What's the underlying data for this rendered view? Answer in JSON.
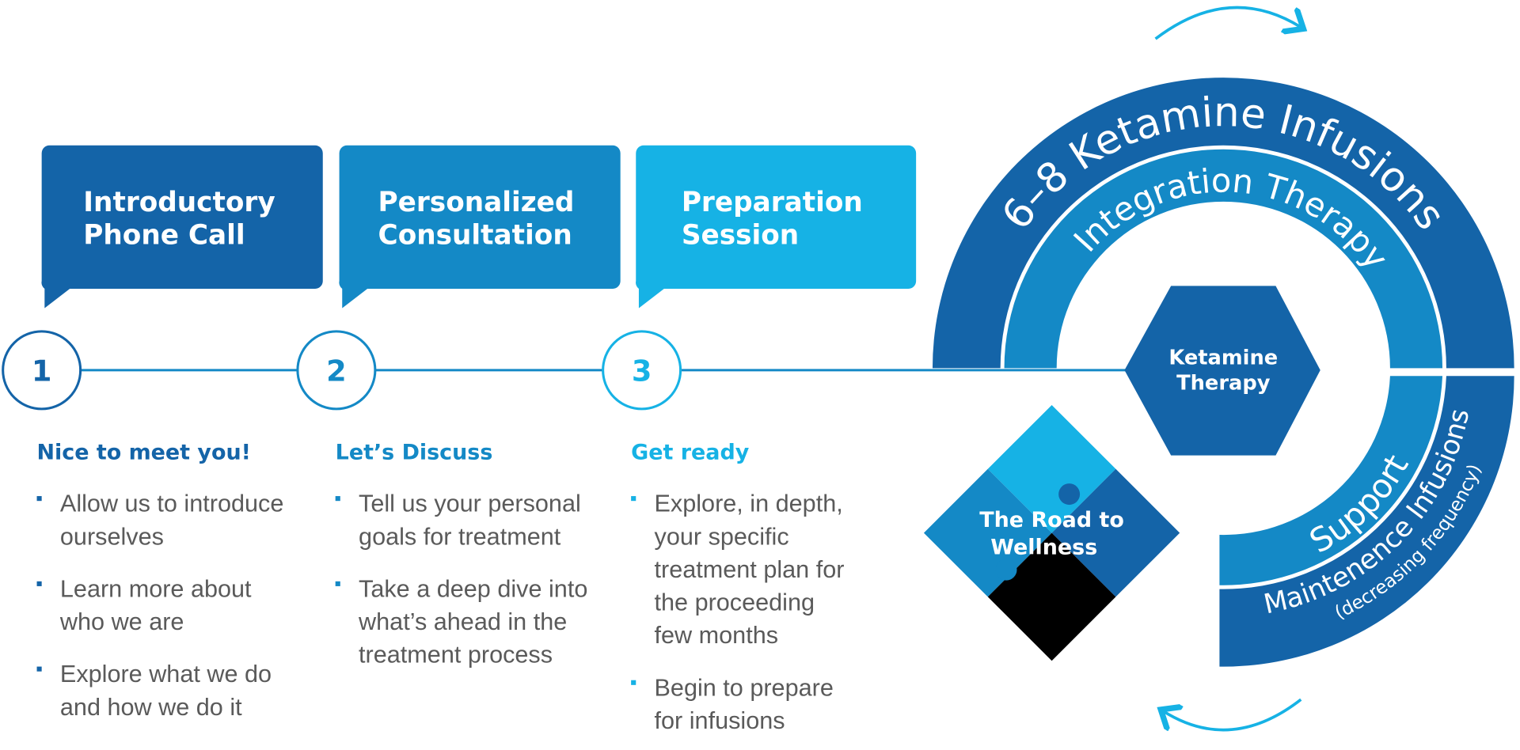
{
  "colors": {
    "dark": "#1464a8",
    "mid": "#1489c6",
    "light": "#16b2e5",
    "text": "#5a5a5a"
  },
  "steps": [
    {
      "number": "1",
      "title": [
        "Introductory",
        "Phone Call"
      ],
      "heading": "Nice to meet you!",
      "bullets": [
        [
          "Allow us to introduce",
          "ourselves"
        ],
        [
          "Learn more about",
          "who we are"
        ],
        [
          "Explore what we do",
          "and how we do it"
        ]
      ]
    },
    {
      "number": "2",
      "title": [
        "Personalized",
        "Consultation"
      ],
      "heading": "Let’s Discuss",
      "bullets": [
        [
          "Tell us your personal",
          "goals for treatment"
        ],
        [
          "Take a deep dive into",
          "what’s ahead in the",
          "treatment process"
        ]
      ]
    },
    {
      "number": "3",
      "title": [
        "Preparation",
        "Session"
      ],
      "heading": "Get ready",
      "bullets": [
        [
          "Explore, in depth,",
          "your specific",
          "treatment plan for",
          "the proceeding",
          "few months"
        ],
        [
          "Begin to prepare",
          "for infusions"
        ]
      ]
    }
  ],
  "cycle": {
    "outer": "6–8 Ketamine Infusions",
    "inner": "Integration Therapy",
    "support": "Support",
    "maintenance": "Maintenence Infusions",
    "maintenance_note": "(decreasing frequency)",
    "center": [
      "Ketamine",
      "Therapy"
    ],
    "puzzle": [
      "The Road to",
      "Wellness"
    ]
  }
}
